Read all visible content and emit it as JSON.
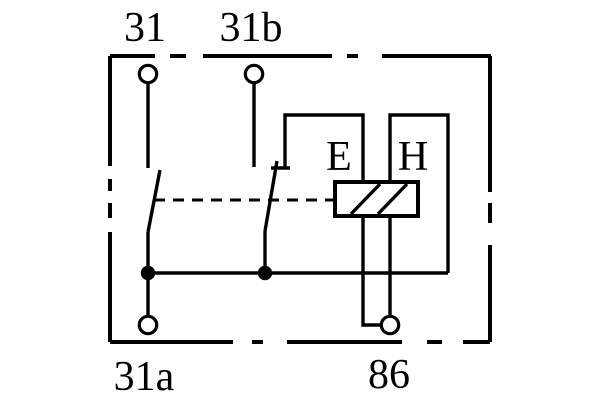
{
  "diagram": {
    "kind": "relay-internal-wiring-diagram",
    "background_color": "#ffffff",
    "line_color": "#000000",
    "labels": {
      "terminal_top_left": "31",
      "terminal_top_right": "31b",
      "terminal_bottom_left": "31a",
      "terminal_bottom_right": "86",
      "coil_winding_left": "E",
      "coil_winding_right": "H"
    }
  }
}
